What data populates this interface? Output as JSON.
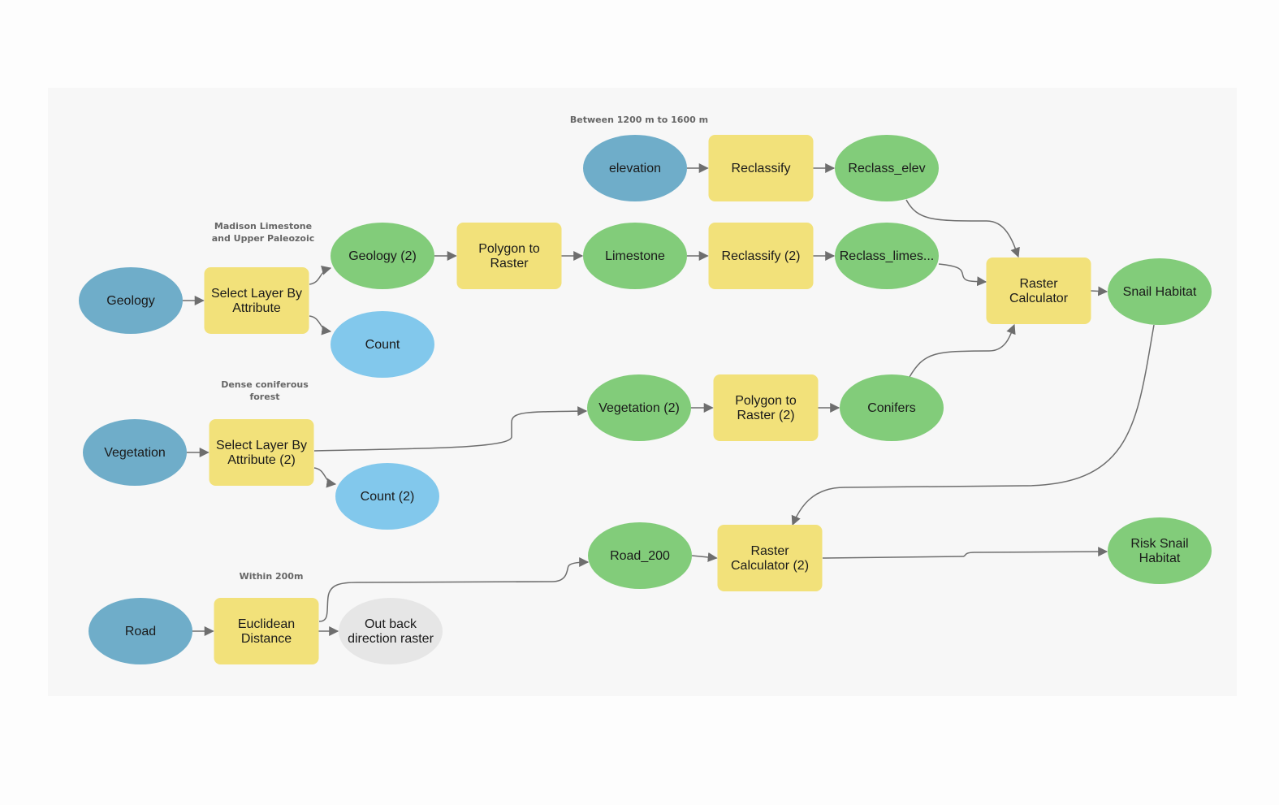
{
  "colors": {
    "input_data": "#6fadc9",
    "tool": "#f2e17a",
    "derived_data": "#82cc7a",
    "count_output": "#82c8ec",
    "unused_output": "#e6e6e6",
    "connector": "#6e6e6e",
    "canvas": "#f7f7f7"
  },
  "notes": {
    "elevation": "Between 1200 m to 1600 m",
    "geology": [
      "Madison Limestone",
      "and Upper Paleozoic"
    ],
    "vegetation": [
      "Dense coniferous",
      "forest"
    ],
    "road": "Within 200m"
  },
  "nodes": {
    "geology": {
      "label": [
        "Geology"
      ],
      "kind": "input_data"
    },
    "select_layer_1": {
      "label": [
        "Select Layer By",
        "Attribute"
      ],
      "kind": "tool"
    },
    "geology_2": {
      "label": [
        "Geology (2)"
      ],
      "kind": "derived_data"
    },
    "count_1": {
      "label": [
        "Count"
      ],
      "kind": "count_output"
    },
    "polygon_to_raster_1": {
      "label": [
        "Polygon to",
        "Raster"
      ],
      "kind": "tool"
    },
    "limestone": {
      "label": [
        "Limestone"
      ],
      "kind": "derived_data"
    },
    "reclassify_2": {
      "label": [
        "Reclassify (2)"
      ],
      "kind": "tool"
    },
    "reclass_limes": {
      "label": [
        "Reclass_limes..."
      ],
      "kind": "derived_data"
    },
    "elevation": {
      "label": [
        "elevation"
      ],
      "kind": "input_data"
    },
    "reclassify_1": {
      "label": [
        "Reclassify"
      ],
      "kind": "tool"
    },
    "reclass_elev": {
      "label": [
        "Reclass_elev"
      ],
      "kind": "derived_data"
    },
    "raster_calculator_1": {
      "label": [
        "Raster",
        "Calculator"
      ],
      "kind": "tool"
    },
    "snail_habitat": {
      "label": [
        "Snail Habitat"
      ],
      "kind": "derived_data"
    },
    "vegetation": {
      "label": [
        "Vegetation"
      ],
      "kind": "input_data"
    },
    "select_layer_2": {
      "label": [
        "Select Layer By",
        "Attribute (2)"
      ],
      "kind": "tool"
    },
    "count_2": {
      "label": [
        "Count (2)"
      ],
      "kind": "count_output"
    },
    "vegetation_2": {
      "label": [
        "Vegetation (2)"
      ],
      "kind": "derived_data"
    },
    "polygon_to_raster_2": {
      "label": [
        "Polygon to",
        "Raster (2)"
      ],
      "kind": "tool"
    },
    "conifers": {
      "label": [
        "Conifers"
      ],
      "kind": "derived_data"
    },
    "road": {
      "label": [
        "Road"
      ],
      "kind": "input_data"
    },
    "euclidean_distance": {
      "label": [
        "Euclidean",
        "Distance"
      ],
      "kind": "tool"
    },
    "out_back_direction": {
      "label": [
        "Out back",
        "direction raster"
      ],
      "kind": "unused_output"
    },
    "road_200": {
      "label": [
        "Road_200"
      ],
      "kind": "derived_data"
    },
    "raster_calculator_2": {
      "label": [
        "Raster",
        "Calculator (2)"
      ],
      "kind": "tool"
    },
    "risk_snail_habitat": {
      "label": [
        "Risk Snail",
        "Habitat"
      ],
      "kind": "derived_data"
    }
  },
  "connections": [
    [
      "geology",
      "select_layer_1"
    ],
    [
      "select_layer_1",
      "geology_2"
    ],
    [
      "select_layer_1",
      "count_1"
    ],
    [
      "geology_2",
      "polygon_to_raster_1"
    ],
    [
      "polygon_to_raster_1",
      "limestone"
    ],
    [
      "limestone",
      "reclassify_2"
    ],
    [
      "reclassify_2",
      "reclass_limes"
    ],
    [
      "elevation",
      "reclassify_1"
    ],
    [
      "reclassify_1",
      "reclass_elev"
    ],
    [
      "reclass_elev",
      "raster_calculator_1"
    ],
    [
      "reclass_limes",
      "raster_calculator_1"
    ],
    [
      "conifers",
      "raster_calculator_1"
    ],
    [
      "raster_calculator_1",
      "snail_habitat"
    ],
    [
      "vegetation",
      "select_layer_2"
    ],
    [
      "select_layer_2",
      "vegetation_2"
    ],
    [
      "select_layer_2",
      "count_2"
    ],
    [
      "vegetation_2",
      "polygon_to_raster_2"
    ],
    [
      "polygon_to_raster_2",
      "conifers"
    ],
    [
      "road",
      "euclidean_distance"
    ],
    [
      "euclidean_distance",
      "road_200"
    ],
    [
      "euclidean_distance",
      "out_back_direction"
    ],
    [
      "road_200",
      "raster_calculator_2"
    ],
    [
      "snail_habitat",
      "raster_calculator_2"
    ],
    [
      "raster_calculator_2",
      "risk_snail_habitat"
    ]
  ]
}
